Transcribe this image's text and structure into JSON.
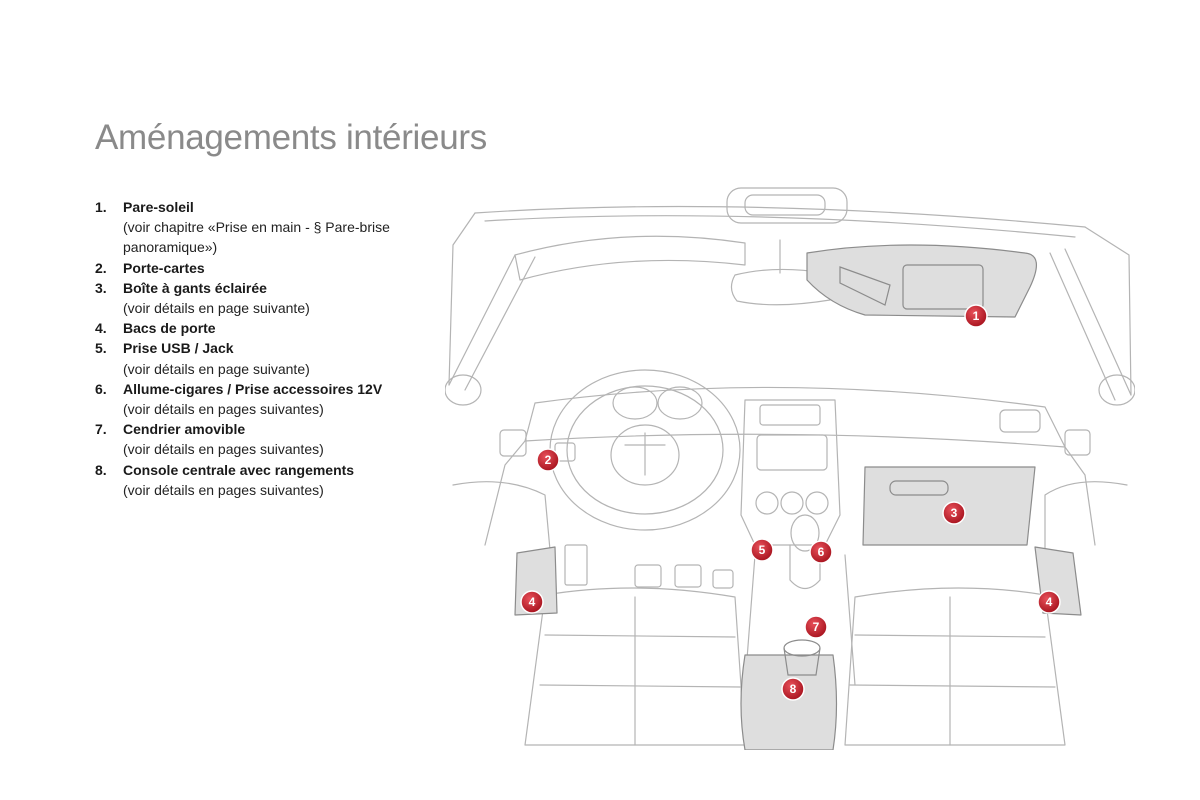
{
  "page": {
    "title": "Aménagements intérieurs"
  },
  "legend": [
    {
      "number": "1.",
      "label": "Pare-soleil",
      "note": "(voir chapitre «Prise en main - § Pare-brise panoramique»)"
    },
    {
      "number": "2.",
      "label": "Porte-cartes",
      "note": ""
    },
    {
      "number": "3.",
      "label": "Boîte à gants éclairée",
      "note": "(voir détails en page suivante)"
    },
    {
      "number": "4.",
      "label": "Bacs de porte",
      "note": ""
    },
    {
      "number": "5.",
      "label": "Prise USB / Jack",
      "note": "(voir détails en page suivante)"
    },
    {
      "number": "6.",
      "label": "Allume-cigares / Prise accessoires 12V",
      "note": "(voir détails en pages suivantes)"
    },
    {
      "number": "7.",
      "label": "Cendrier amovible",
      "note": "(voir détails en pages suivantes)"
    },
    {
      "number": "8.",
      "label": "Console centrale avec rangements",
      "note": "(voir détails en pages suivantes)"
    }
  ],
  "diagram": {
    "markers": [
      "1",
      "2",
      "3",
      "4",
      "4",
      "5",
      "6",
      "7",
      "8"
    ],
    "colors": {
      "marker_fill": "#c8202e",
      "highlight_fill": "#dedede",
      "line_stroke": "#b4b4b4"
    }
  }
}
